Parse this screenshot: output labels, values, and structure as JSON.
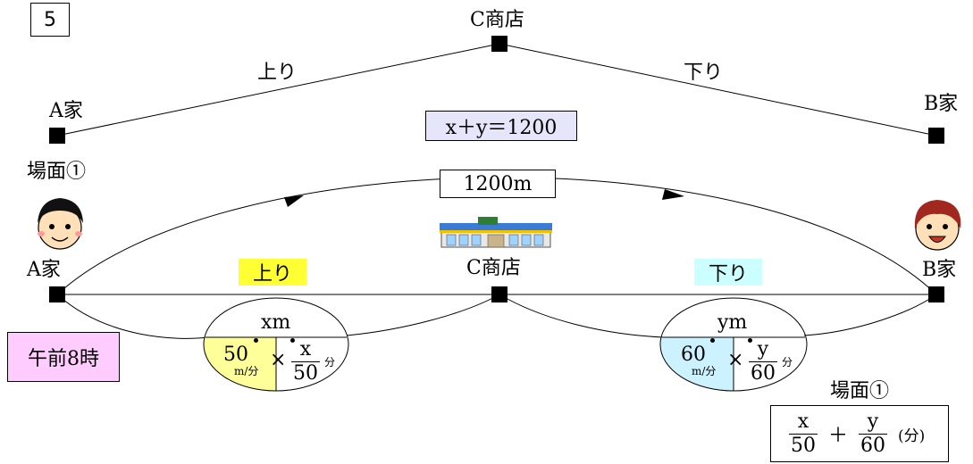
{
  "problem_number": "5",
  "top_diagram": {
    "a_home": "A家",
    "b_home": "B家",
    "c_store": "C商店",
    "uphill": "上り",
    "downhill": "下り",
    "equation": "x＋y＝1200"
  },
  "scene": {
    "label": "場面①",
    "total_distance": "1200m",
    "a_home": "A家",
    "b_home": "B家",
    "c_store": "C商店",
    "uphill": "上り",
    "downhill": "下り",
    "start_time": "午前8時",
    "up_oval": {
      "distance": "xm",
      "speed": "50",
      "speed_unit": "m/分",
      "times": "×",
      "frac_num": "x",
      "frac_den": "50",
      "time_unit": "分"
    },
    "down_oval": {
      "distance": "ym",
      "speed": "60",
      "speed_unit": "m/分",
      "times": "×",
      "frac_num": "y",
      "frac_den": "60",
      "time_unit": "分"
    }
  },
  "result": {
    "label": "場面①",
    "frac1_num": "x",
    "frac1_den": "50",
    "plus": "＋",
    "frac2_num": "y",
    "frac2_den": "60",
    "unit": "(分)"
  },
  "colors": {
    "equation_bg": "#e6e6fa",
    "uphill_bg": "#ffff33",
    "downhill_bg": "#ccffff",
    "time_bg": "#ffccff",
    "up_oval_fill": "#ffff99",
    "down_oval_fill": "#ccf2ff"
  }
}
